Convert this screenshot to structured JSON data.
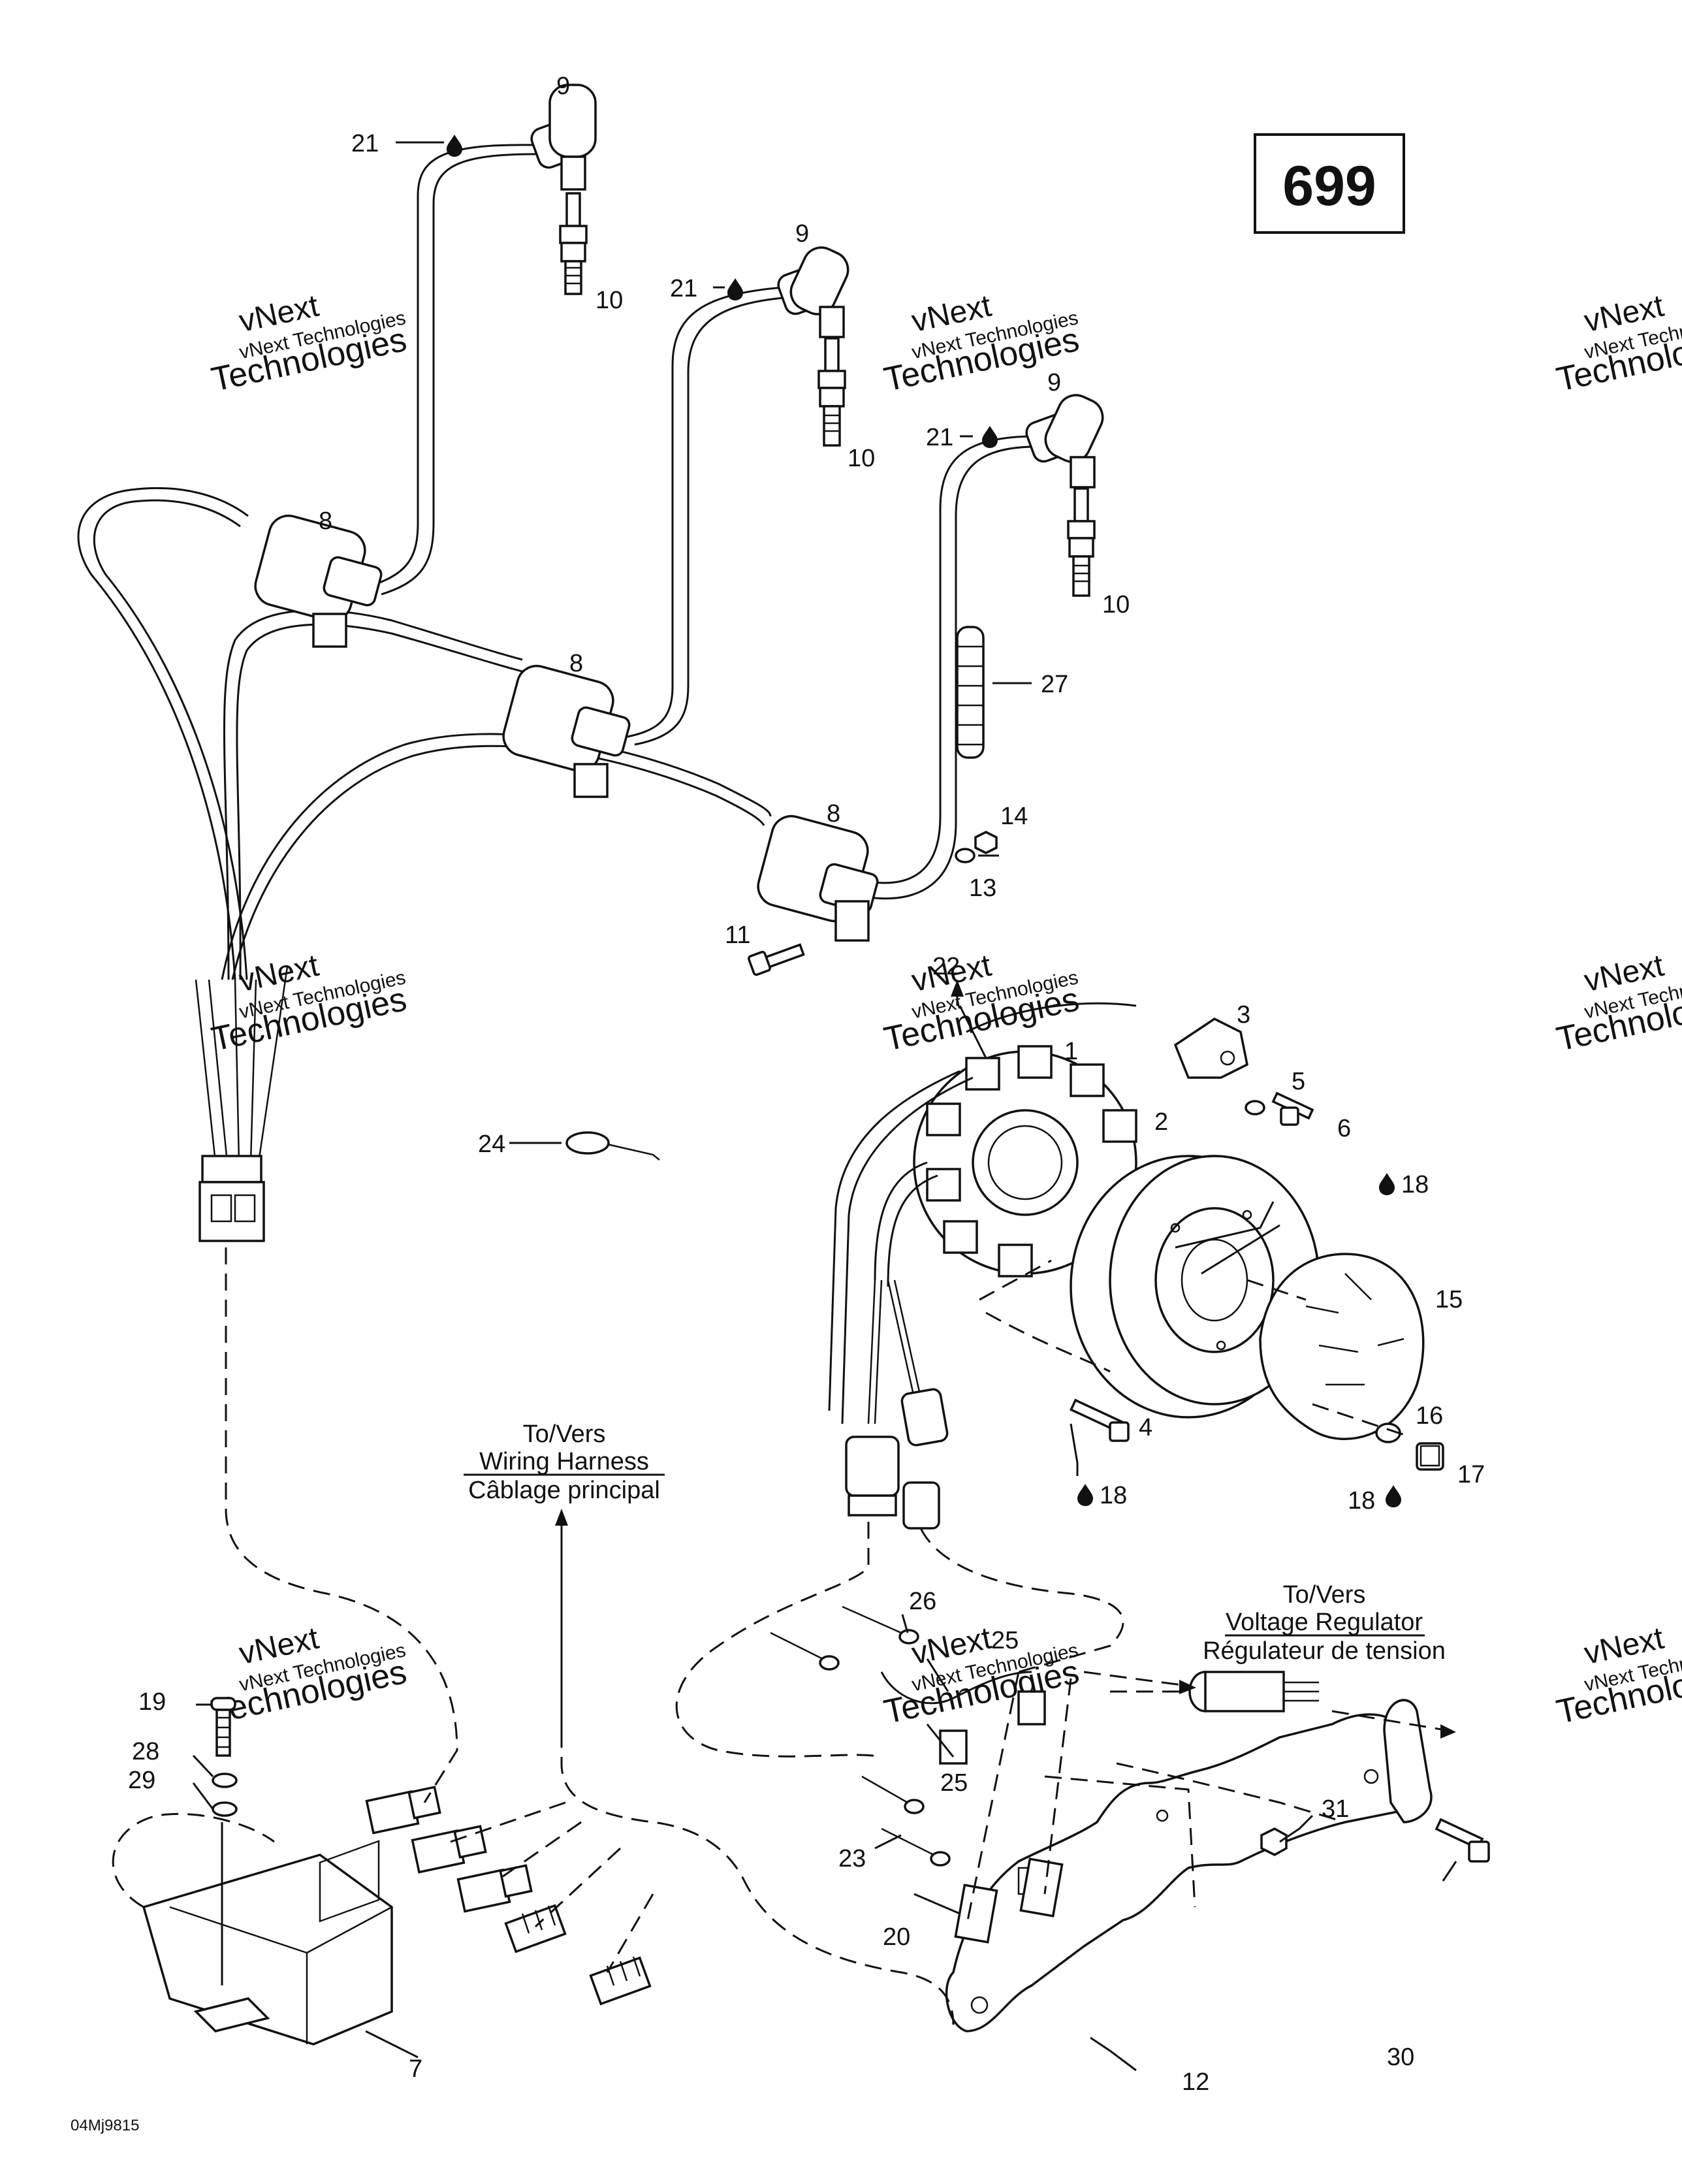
{
  "diagram_number": "699",
  "code": "04Mj9815",
  "watermark": {
    "line1": "vNext",
    "line2": "vNext Technologies",
    "line3": "Technologies"
  },
  "labels": {
    "n1": "1",
    "n2": "2",
    "n3": "3",
    "n4": "4",
    "n5": "5",
    "n6": "6",
    "n7": "7",
    "n8": "8",
    "n9": "9",
    "n10": "10",
    "n11": "11",
    "n12": "12",
    "n13": "13",
    "n14": "14",
    "n15": "15",
    "n16": "16",
    "n17": "17",
    "n18": "18",
    "n19": "19",
    "n20": "20",
    "n21": "21",
    "n22": "22",
    "n23": "23",
    "n24": "24",
    "n25": "25",
    "n26": "26",
    "n27": "27",
    "n28": "28",
    "n29": "29",
    "n30": "30",
    "n31": "31"
  },
  "callouts": {
    "harness": {
      "line1": "To/Vers",
      "line2": "Wiring Harness",
      "line3": "Câblage principal"
    },
    "regulator": {
      "line1": "To/Vers",
      "line2": "Voltage Regulator",
      "line3": "Régulateur de tension"
    }
  }
}
